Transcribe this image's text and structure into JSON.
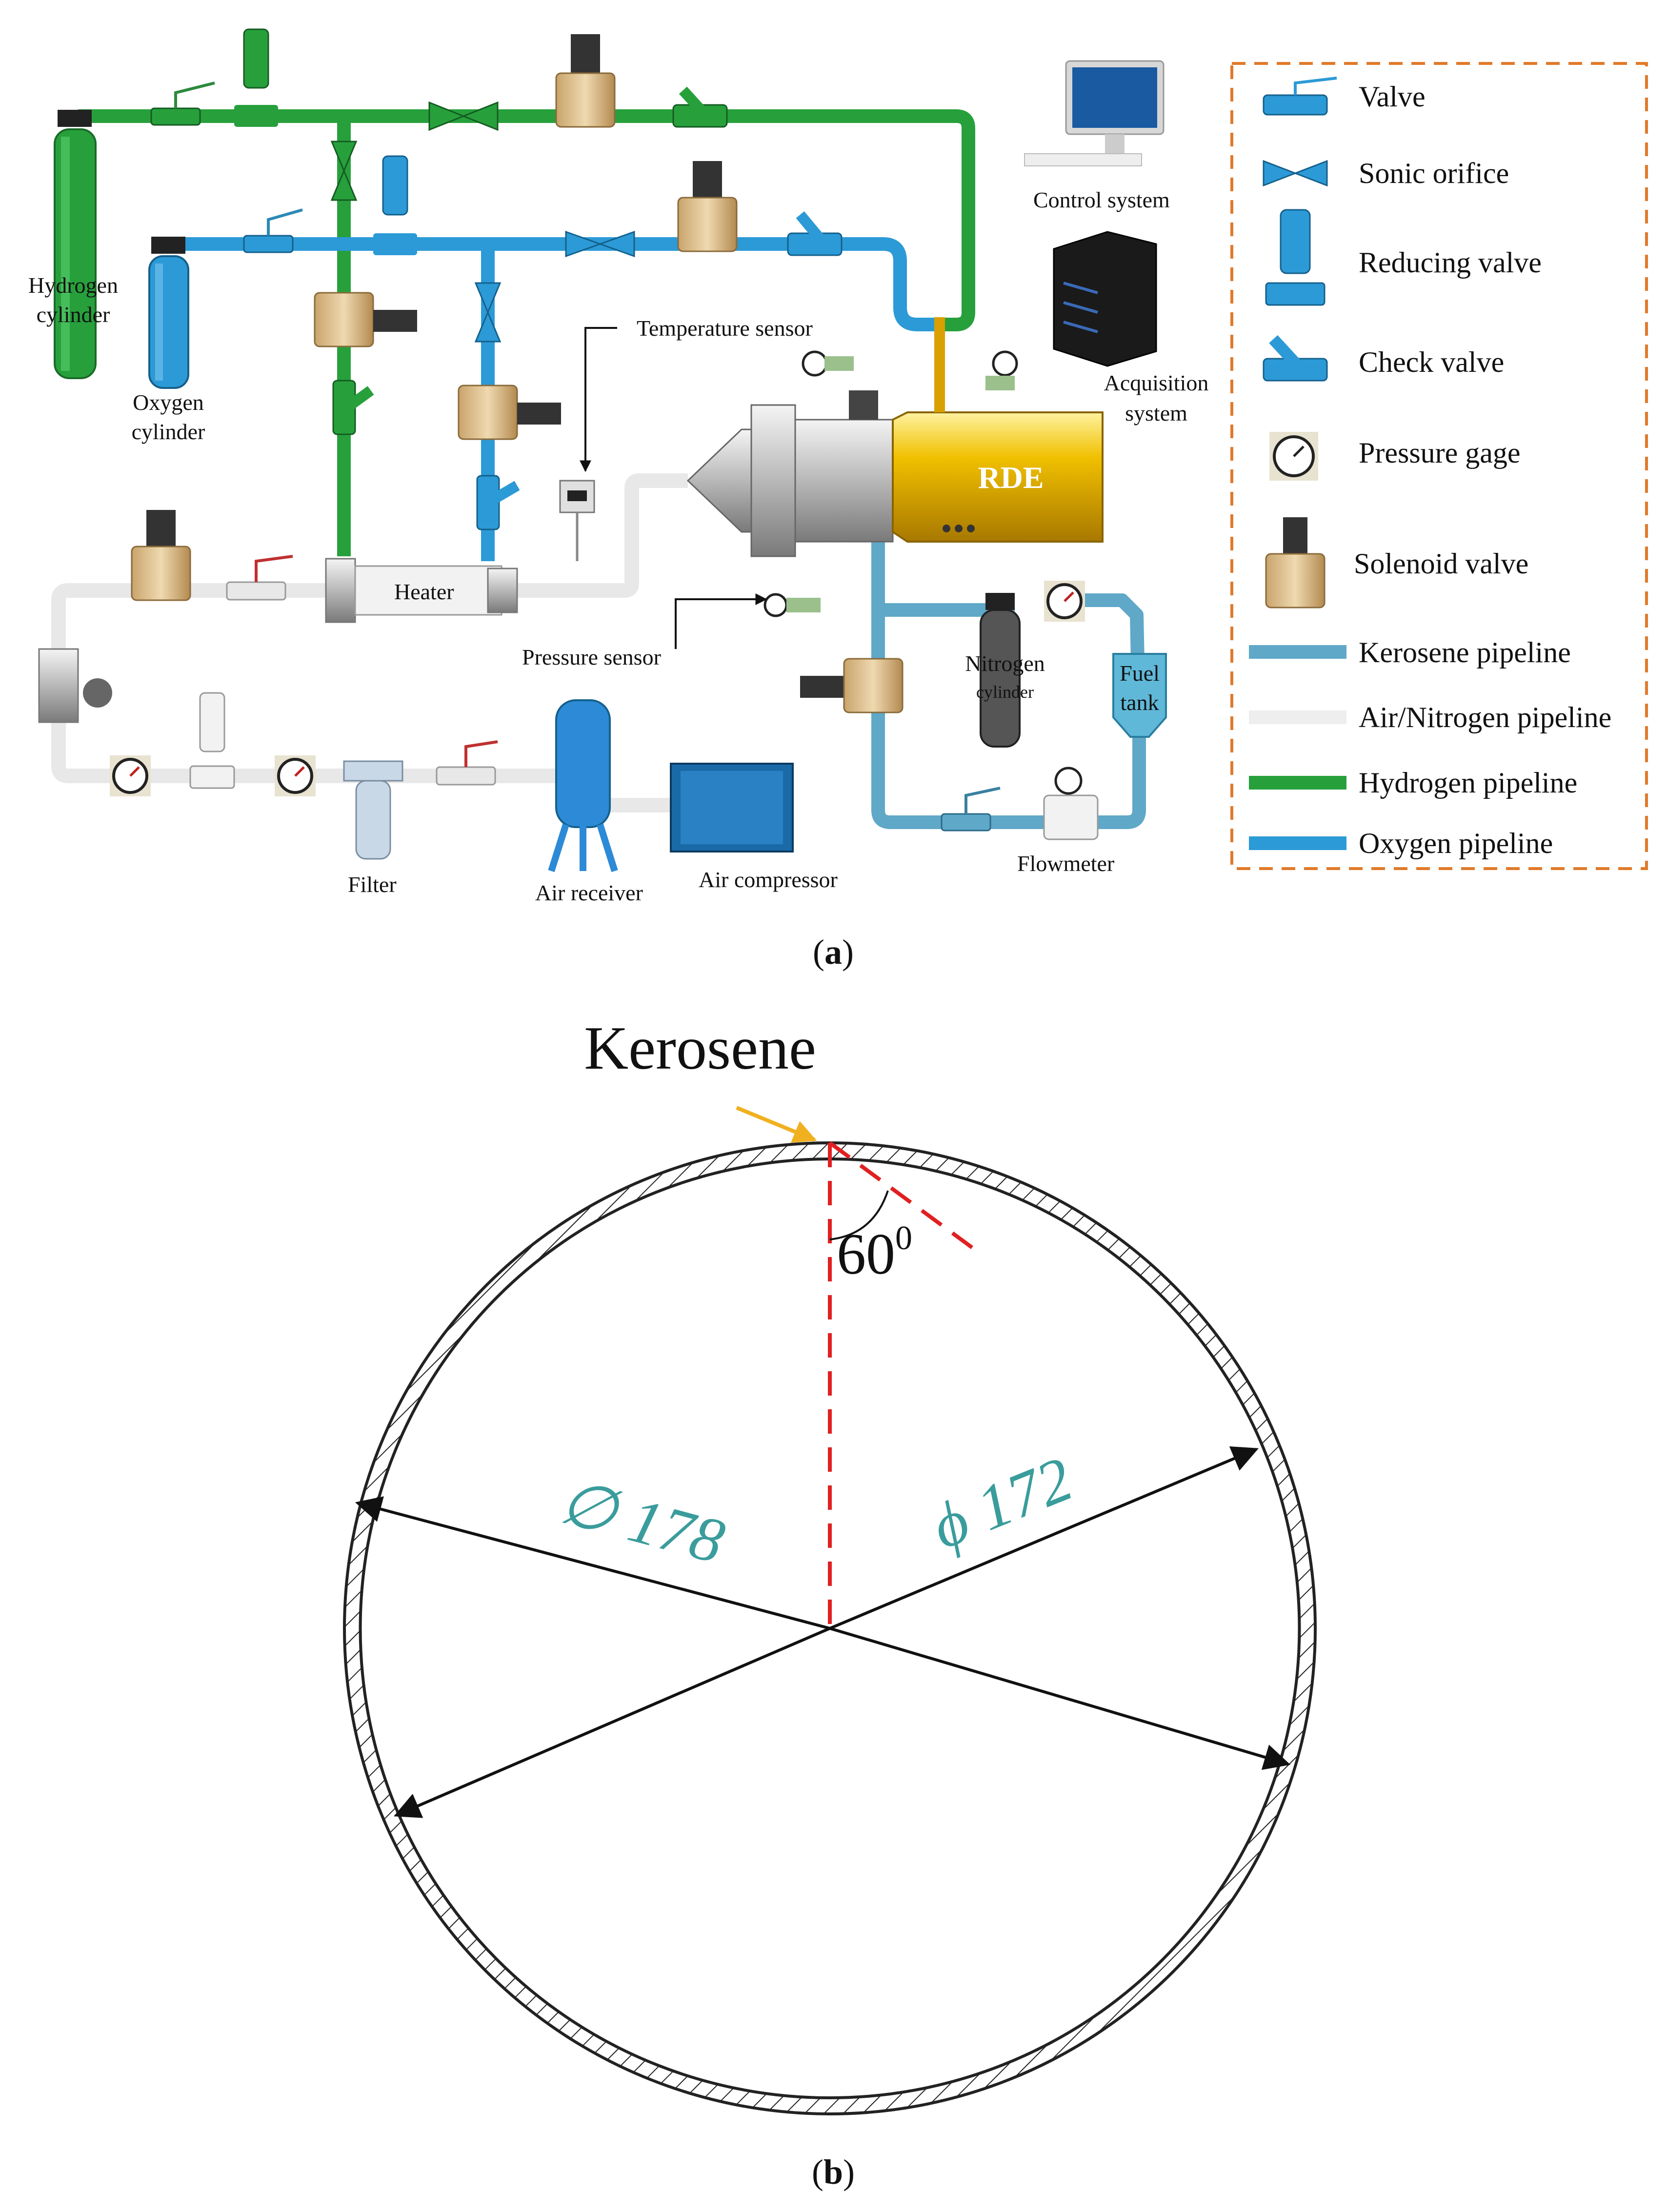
{
  "panel_a": {
    "caption_prefix": "(",
    "caption_letter": "a",
    "caption_suffix": ")",
    "components": {
      "hydrogen_cylinder": [
        "Hydrogen",
        "cylinder"
      ],
      "oxygen_cylinder": [
        "Oxygen",
        "cylinder"
      ],
      "temperature_sensor": "Temperature sensor",
      "heater": "Heater",
      "pressure_sensor": "Pressure sensor",
      "filter": "Filter",
      "air_receiver": "Air receiver",
      "air_compressor": "Air compressor",
      "control_system": "Control system",
      "acquisition_system": [
        "Acquisition",
        "system"
      ],
      "rde": "RDE",
      "nitrogen_cylinder": [
        "Nitrogen",
        "cylinder"
      ],
      "fuel_tank": [
        "Fuel",
        "tank"
      ],
      "flowmeter": "Flowmeter"
    },
    "legend": [
      {
        "label": "Valve",
        "icon": "valve-icon"
      },
      {
        "label": "Sonic orifice",
        "icon": "sonic-orifice-icon"
      },
      {
        "label": "Reducing valve",
        "icon": "reducing-valve-icon"
      },
      {
        "label": "Check valve",
        "icon": "check-valve-icon"
      },
      {
        "label": "Pressure gage",
        "icon": "pressure-gage-icon"
      },
      {
        "label": "Solenoid valve",
        "icon": "solenoid-valve-icon"
      },
      {
        "label": "Kerosene pipeline",
        "color": "#5fa8c8"
      },
      {
        "label": "Air/Nitrogen pipeline",
        "color": "#eeeeee"
      },
      {
        "label": "Hydrogen pipeline",
        "color": "#27a03c"
      },
      {
        "label": "Oxygen pipeline",
        "color": "#2c9ad6"
      }
    ]
  },
  "panel_b": {
    "caption_prefix": "(",
    "caption_letter": "b",
    "caption_suffix": ")",
    "injection_label": "Kerosene",
    "angle_value": "60",
    "angle_superscript": "0",
    "outer_diameter": "∅ 178",
    "inner_diameter": "ϕ 172"
  },
  "colors": {
    "hydrogen": "#27a03c",
    "oxygen": "#2c9ad6",
    "kerosene": "#5fa8c8",
    "air": "#eeeeee",
    "legend_border": "#e07a2a",
    "angle_red": "#e02020",
    "arrow_orange": "#f0b020",
    "dimension_teal": "#3a9c9c",
    "rde_gold": "#e8b400"
  }
}
